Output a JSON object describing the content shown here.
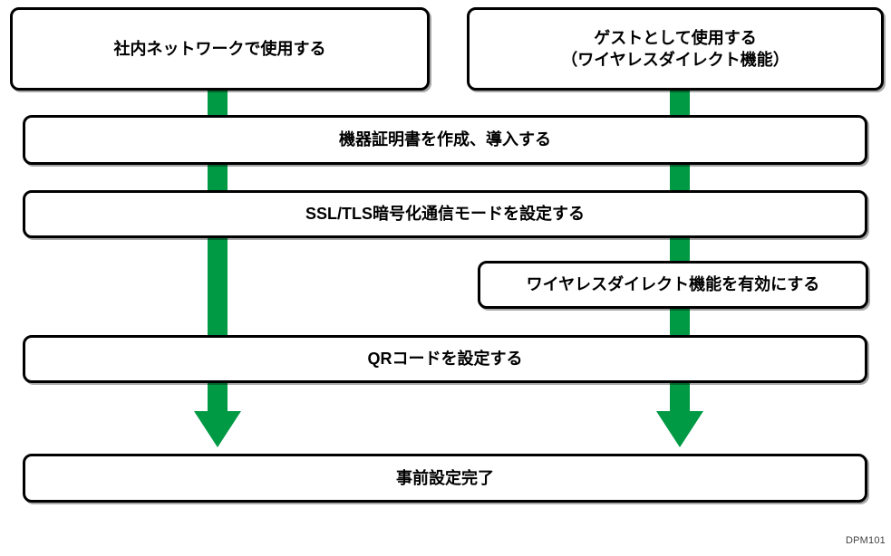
{
  "flow": {
    "entry_left": {
      "label": "社内ネットワークで使用する"
    },
    "entry_right": {
      "label_line1": "ゲストとして使用する",
      "label_line2": "（ワイヤレスダイレクト機能）"
    },
    "step_certificate": {
      "label": "機器証明書を作成、導入する"
    },
    "step_ssl": {
      "label": "SSL/TLS暗号化通信モードを設定する"
    },
    "step_wireless": {
      "label": "ワイヤレスダイレクト機能を有効にする"
    },
    "step_qr": {
      "label": "QRコードを設定する"
    },
    "step_complete": {
      "label": "事前設定完了"
    }
  },
  "figure": {
    "id_label": "DPM101"
  },
  "colors": {
    "arrow_green": "#009944",
    "box_border": "#000000",
    "box_fill": "#ffffff"
  }
}
